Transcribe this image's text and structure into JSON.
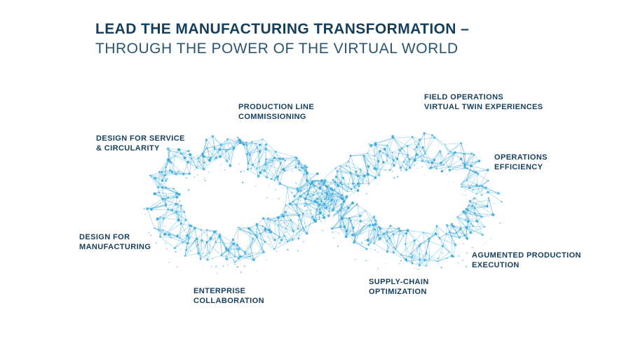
{
  "header": {
    "title": "LEAD THE MANUFACTURING TRANSFORMATION –",
    "subtitle": "THROUGH THE POWER OF THE VIRTUAL WORLD"
  },
  "diagram": {
    "shape": "infinity-loop",
    "color": "#3aa8d8",
    "labels": {
      "production_line": [
        "PRODUCTION LINE",
        "COMMISSIONING"
      ],
      "field_operations": [
        "FIELD OPERATIONS",
        "VIRTUAL TWIN EXPERIENCES"
      ],
      "design_service": [
        "DESIGN FOR SERVICE",
        "& CIRCULARITY"
      ],
      "operations_efficiency": [
        "OPERATIONS",
        "EFFICIENCY"
      ],
      "design_manufacturing": [
        "DESIGN FOR",
        "MANUFACTURING"
      ],
      "augmented_production": [
        "AGUMENTED PRODUCTION",
        "EXECUTION"
      ],
      "enterprise_collaboration": [
        "ENTERPRISE",
        "COLLABORATION"
      ],
      "supply_chain": [
        "SUPPLY-CHAIN",
        "OPTIMIZATION"
      ]
    }
  }
}
